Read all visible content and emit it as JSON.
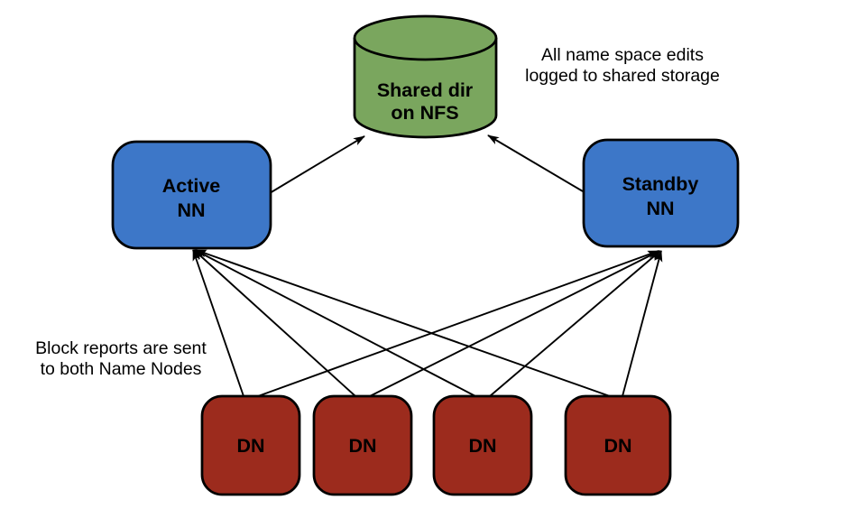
{
  "colors": {
    "namenode_blue": "#3D77C8",
    "datanode_red": "#9C2B1D",
    "storage_green": "#7AA65E",
    "line_black": "#000000",
    "background_white": "#FFFFFF"
  },
  "nodes": {
    "shared_storage": {
      "line1": "Shared dir",
      "line2": "on NFS"
    },
    "active_nn": {
      "line1": "Active",
      "line2": "NN"
    },
    "standby_nn": {
      "line1": "Standby",
      "line2": "NN"
    },
    "datanodes": [
      {
        "label": "DN"
      },
      {
        "label": "DN"
      },
      {
        "label": "DN"
      },
      {
        "label": "DN"
      }
    ]
  },
  "annotations": {
    "namespace_edits": {
      "line1": "All name space edits",
      "line2": "logged to shared storage"
    },
    "block_reports": {
      "line1": "Block reports are sent",
      "line2": "to both Name Nodes"
    }
  }
}
